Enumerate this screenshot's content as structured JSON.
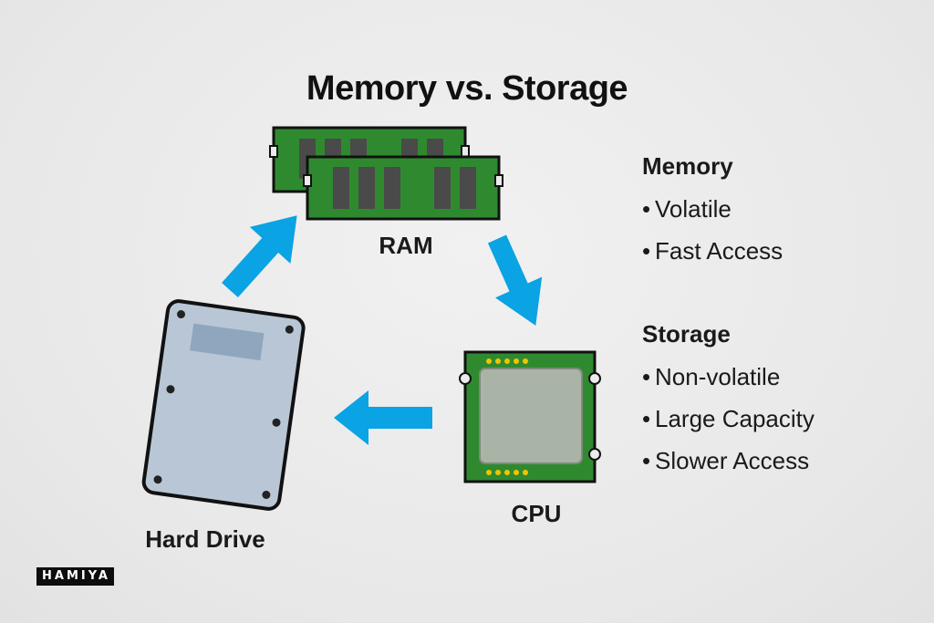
{
  "title": "Memory vs. Storage",
  "nodes": {
    "ram": {
      "label": "RAM",
      "icon": "ram-module-icon"
    },
    "cpu": {
      "label": "CPU",
      "icon": "cpu-chip-icon"
    },
    "hard_drive": {
      "label": "Hard Drive",
      "icon": "hard-drive-icon"
    }
  },
  "legend": {
    "memory": {
      "heading": "Memory",
      "items": [
        "Volatile",
        "Fast Access"
      ]
    },
    "storage": {
      "heading": "Storage",
      "items": [
        "Non-volatile",
        "Large Capacity",
        "Slower Access"
      ]
    }
  },
  "bullet": "•",
  "watermark": "HAMIYA",
  "colors": {
    "arrow": "#0aa3e3",
    "pcb_green": "#2f8a2f",
    "chip_gray": "#4a4a4a",
    "drive_body": "#b9c6d6",
    "drive_label": "#8fa6bf",
    "cpu_die": "#a9b4a6",
    "gold_pin": "#f2c400",
    "background": "#ebebeb"
  }
}
